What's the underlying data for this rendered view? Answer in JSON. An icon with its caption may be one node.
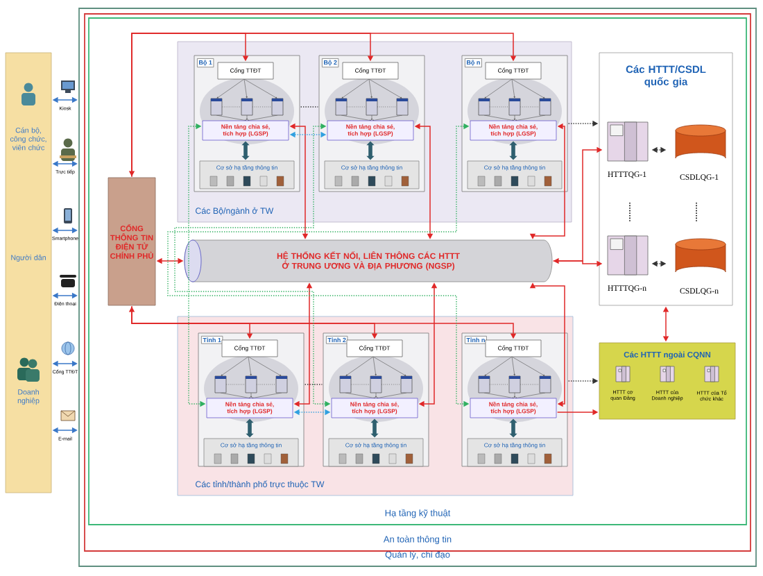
{
  "diagram": {
    "nodes": [
      {
        "text": [
          "Quản lý, chỉ đạo"
        ]
      },
      {
        "text": [
          "An toàn thông tin"
        ],
        "in": 0
      },
      {
        "text": [
          "Hạ tầng kỹ thuật"
        ],
        "in": 1
      },
      {
        "text": [
          "Cán bộ, công chức, viên chức",
          "Người dân",
          "Doanh nghiệp"
        ]
      },
      {
        "text": [
          "CỔNG THÔNG TIN ĐIỆN TỬ CHÍNH PHỦ"
        ],
        "in": 2
      },
      {
        "text": [
          "Các Bộ/ngành ở TW"
        ],
        "in": 2
      },
      {
        "text": [
          "Bộ 1"
        ],
        "in": 5
      },
      {
        "text": [
          "Cổng TTĐT"
        ],
        "in": 6
      },
      {
        "text": [
          "Nền tảng chia sẻ, tích hợp (LGSP)"
        ],
        "in": 6
      },
      {
        "text": [
          "Cơ sở hạ tầng thông tin"
        ],
        "in": 6
      },
      {
        "text": [
          "Bộ 2"
        ],
        "in": 5
      },
      {
        "text": [
          "Cổng TTĐT"
        ],
        "in": 10
      },
      {
        "text": [
          "Nền tảng chia sẻ, tích hợp (LGSP)"
        ],
        "in": 10
      },
      {
        "text": [
          "Cơ sở hạ tầng thông tin"
        ],
        "in": 10
      },
      {
        "text": [
          "Bộ n"
        ],
        "in": 5
      },
      {
        "text": [
          "Cổng TTĐT"
        ],
        "in": 14
      },
      {
        "text": [
          "Nền tảng chia sẻ, tích hợp (LGSP)"
        ],
        "in": 14
      },
      {
        "text": [
          "Cơ sở hạ tầng thông tin"
        ],
        "in": 14
      },
      {
        "text": [
          "HỆ THỐNG KẾT NỐI, LIÊN THÔNG CÁC HTTT Ở TRUNG ƯƠNG VÀ ĐỊA PHƯƠNG (NGSP)"
        ],
        "in": 2
      },
      {
        "text": [
          "Các tỉnh/thành phố trực thuộc TW"
        ],
        "in": 2
      },
      {
        "text": [
          "Tỉnh 1"
        ],
        "in": 19
      },
      {
        "text": [
          "Cổng TTĐT"
        ],
        "in": 20
      },
      {
        "text": [
          "Nền tảng chia sẻ, tích hợp (LGSP)"
        ],
        "in": 20
      },
      {
        "text": [
          "Cơ sở hạ tầng thông tin"
        ],
        "in": 20
      },
      {
        "text": [
          "Tỉnh 2"
        ],
        "in": 19
      },
      {
        "text": [
          "Cổng TTĐT"
        ],
        "in": 24
      },
      {
        "text": [
          "Nền tảng chia sẻ, tích hợp (LGSP)"
        ],
        "in": 24
      },
      {
        "text": [
          "Cơ sở hạ tầng thông tin"
        ],
        "in": 24
      },
      {
        "text": [
          "Tỉnh n"
        ],
        "in": 19
      },
      {
        "text": [
          "Cổng TTĐT"
        ],
        "in": 28
      },
      {
        "text": [
          "Nền tảng chia sẻ, tích hợp (LGSP)"
        ],
        "in": 28
      },
      {
        "text": [
          "Cơ sở hạ tầng thông tin"
        ],
        "in": 28
      },
      {
        "text": [
          "Các HTTT/CSDL quốc gia"
        ],
        "in": 2
      },
      {
        "text": [
          "HTTTQG-1"
        ],
        "in": 32
      },
      {
        "text": [
          "CSDLQG-1"
        ],
        "in": 32
      },
      {
        "text": [
          "HTTTQG-n"
        ],
        "in": 32
      },
      {
        "text": [
          "CSDLQG-n"
        ],
        "in": 32
      },
      {
        "text": [
          "Các HTTT ngoài CQNN",
          "HTTT cơ quan Đảng",
          "HTTT của Doanh nghiệp",
          "HTTT của Tổ chức khác"
        ],
        "in": 2
      }
    ],
    "edges": [
      {
        "from": 3,
        "to": 0,
        "arrow": "both",
        "label": "Kiosk",
        "color": "#3a78c8"
      },
      {
        "from": 3,
        "to": 0,
        "arrow": "both",
        "label": "Trực tiếp",
        "color": "#3a78c8"
      },
      {
        "from": 3,
        "to": 0,
        "arrow": "both",
        "label": "Smartphone",
        "color": "#3a78c8"
      },
      {
        "from": 3,
        "to": 0,
        "arrow": "both",
        "label": "Điện thoại",
        "color": "#3a78c8"
      },
      {
        "from": 3,
        "to": 0,
        "arrow": "both",
        "label": "Cổng TTĐT",
        "color": "#3a78c8"
      },
      {
        "from": 3,
        "to": 0,
        "arrow": "both",
        "label": "E-mail",
        "color": "#3a78c8"
      },
      {
        "from": 4,
        "to": 7,
        "arrow": "both"
      },
      {
        "from": 4,
        "to": 11,
        "arrow": "to"
      },
      {
        "from": 4,
        "to": 15,
        "arrow": "to"
      },
      {
        "from": 4,
        "to": 21,
        "arrow": "both"
      },
      {
        "from": 4,
        "to": 25,
        "arrow": "to"
      },
      {
        "from": 4,
        "to": 29,
        "arrow": "to"
      },
      {
        "from": 4,
        "to": 18,
        "arrow": "both"
      },
      {
        "from": 8,
        "to": 18,
        "arrow": "both"
      },
      {
        "from": 12,
        "to": 18,
        "arrow": "both"
      },
      {
        "from": 16,
        "to": 18,
        "arrow": "both"
      },
      {
        "from": 22,
        "to": 18,
        "arrow": "both"
      },
      {
        "from": 26,
        "to": 18,
        "arrow": "both"
      },
      {
        "from": 30,
        "to": 18,
        "arrow": "both"
      },
      {
        "from": 18,
        "to": 33,
        "arrow": "both"
      },
      {
        "from": 18,
        "to": 35,
        "arrow": "to"
      },
      {
        "from": 33,
        "to": 34,
        "arrow": "both",
        "style": "dashed",
        "color": "#333333"
      },
      {
        "from": 35,
        "to": 36,
        "arrow": "both",
        "style": "dashed",
        "color": "#333333"
      },
      {
        "from": 32,
        "to": 37,
        "arrow": "both"
      },
      {
        "from": 14,
        "to": 32,
        "arrow": "to",
        "style": "dashed",
        "color": "#333333"
      },
      {
        "from": 28,
        "to": 37,
        "arrow": "to",
        "style": "dashed",
        "color": "#333333"
      },
      {
        "from": 30,
        "to": 37,
        "arrow": "to"
      },
      {
        "from": 8,
        "to": 12,
        "arrow": "both",
        "style": "dashed",
        "color": "#30a0e0"
      },
      {
        "from": 22,
        "to": 26,
        "arrow": "both",
        "style": "dashed",
        "color": "#30a0e0"
      },
      {
        "from": 8,
        "to": 22,
        "arrow": "both",
        "style": "dashed",
        "color": "#30b060"
      },
      {
        "from": 12,
        "to": 26,
        "arrow": "both",
        "style": "dashed",
        "color": "#30b060"
      },
      {
        "from": 16,
        "to": 30,
        "arrow": "both",
        "style": "dashed",
        "color": "#30b060"
      },
      {
        "from": 6,
        "to": 10,
        "arrow": "none",
        "style": "dashed",
        "color": "#333333"
      },
      {
        "from": 20,
        "to": 24,
        "arrow": "none",
        "style": "dashed",
        "color": "#333333"
      },
      {
        "from": 8,
        "to": 9,
        "arrow": "both",
        "style": "thick",
        "color": "#2f5f6f"
      },
      {
        "from": 12,
        "to": 13,
        "arrow": "both",
        "style": "thick",
        "color": "#2f5f6f"
      },
      {
        "from": 16,
        "to": 17,
        "arrow": "both",
        "style": "thick",
        "color": "#2f5f6f"
      },
      {
        "from": 22,
        "to": 23,
        "arrow": "both",
        "style": "thick",
        "color": "#2f5f6f"
      },
      {
        "from": 26,
        "to": 27,
        "arrow": "both",
        "style": "thick",
        "color": "#2f5f6f"
      },
      {
        "from": 30,
        "to": 31,
        "arrow": "both",
        "style": "thick",
        "color": "#2f5f6f"
      }
    ]
  }
}
